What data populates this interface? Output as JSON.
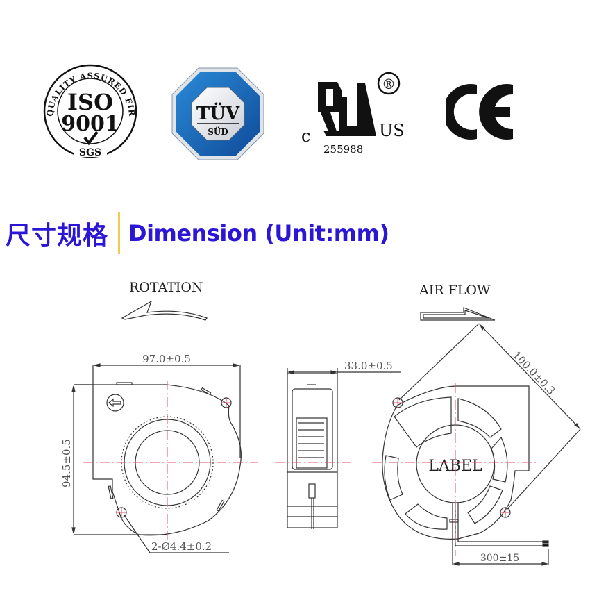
{
  "certifications": [
    {
      "id": "iso9001",
      "ring_text": "QUALITY ASSURED FIRM",
      "main_top": "ISO",
      "main_bottom": "9001",
      "issuer": "SGS"
    },
    {
      "id": "tuv",
      "top": "TÜV",
      "bottom": "SÜD",
      "color": "#1a5fb4"
    },
    {
      "id": "ul",
      "prefix": "c",
      "suffix": "US",
      "registered": "®",
      "number": "255988"
    },
    {
      "id": "ce",
      "mark": "CE"
    }
  ],
  "heading": {
    "chinese": "尺寸规格",
    "english": "Dimension (Unit:mm)",
    "text_color": "#2b16d6",
    "divider_color": "#f2cc4a"
  },
  "drawing": {
    "rotation_label": "ROTATION",
    "airflow_label": "AIR FLOW",
    "front_view": {
      "width_dim": "97.0±0.5",
      "height_dim": "94.5±0.5",
      "hole_dim": "2-Ø4.4±0.2"
    },
    "side_view": {
      "depth_dim": "33.0±0.5"
    },
    "back_view": {
      "diagonal_dim": "100.0±0.3",
      "label_text": "LABEL",
      "lead_length_dim": "300±15"
    },
    "centerline_color": "#e0506a",
    "line_color": "#333333"
  }
}
